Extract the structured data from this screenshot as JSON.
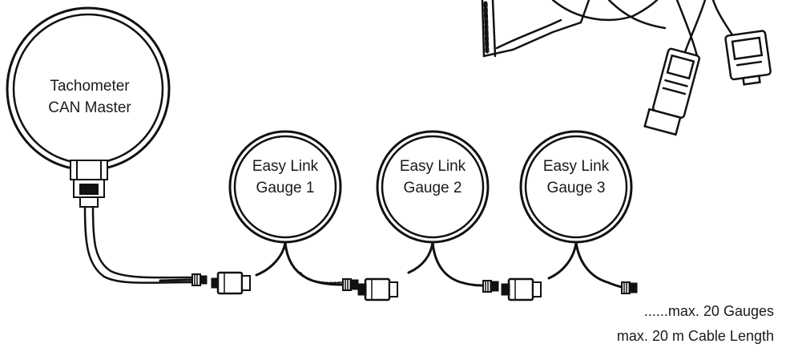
{
  "master": {
    "line1": "Tachometer",
    "line2": "CAN Master"
  },
  "gauges": [
    {
      "line1": "Easy Link",
      "line2": "Gauge 1"
    },
    {
      "line1": "Easy Link",
      "line2": "Gauge 2"
    },
    {
      "line1": "Easy Link",
      "line2": "Gauge 3"
    }
  ],
  "notes": {
    "max_gauges": "......max. 20 Gauges",
    "max_cable": "max. 20 m Cable Length"
  }
}
